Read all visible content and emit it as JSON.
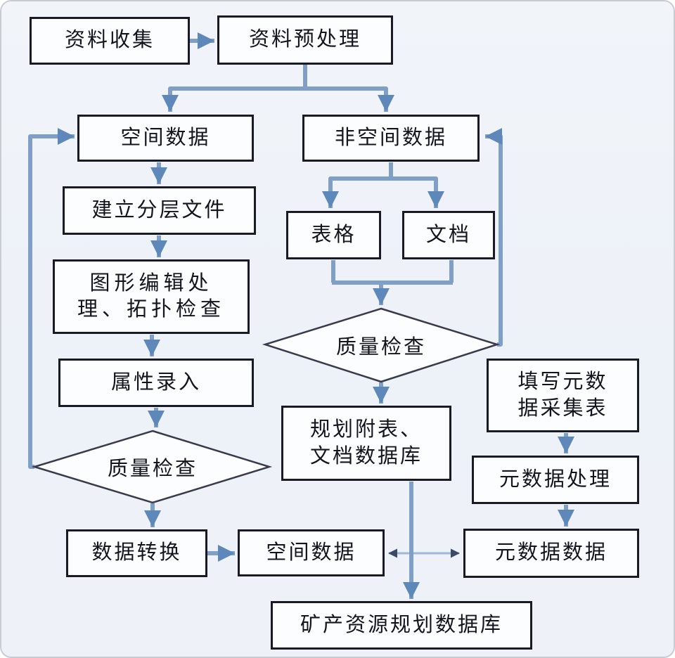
{
  "diagram": {
    "type": "flowchart",
    "language": "zh-CN",
    "nodes": {
      "collect": {
        "label": "资料收集",
        "shape": "rect"
      },
      "preprocess": {
        "label": "资料预处理",
        "shape": "rect"
      },
      "spatial_top": {
        "label": "空间数据",
        "shape": "rect"
      },
      "nonspatial": {
        "label": "非空间数据",
        "shape": "rect"
      },
      "layer_files": {
        "label": "建立分层文件",
        "shape": "rect"
      },
      "graphic_edit": {
        "label": "图形编辑处\n理、拓扑检查",
        "shape": "rect"
      },
      "table": {
        "label": "表格",
        "shape": "rect"
      },
      "document": {
        "label": "文档",
        "shape": "rect"
      },
      "attr_entry": {
        "label": "属性录入",
        "shape": "rect"
      },
      "qc_mid": {
        "label": "质量检查",
        "shape": "diamond"
      },
      "qc_left": {
        "label": "质量检查",
        "shape": "diamond"
      },
      "fill_meta": {
        "label": "填写元数\n据采集表",
        "shape": "rect"
      },
      "plan_tables": {
        "label": "规划附表、\n文档数据库",
        "shape": "rect"
      },
      "meta_process": {
        "label": "元数据处理",
        "shape": "rect"
      },
      "data_convert": {
        "label": "数据转换",
        "shape": "rect"
      },
      "spatial_bottom": {
        "label": "空间数据",
        "shape": "rect"
      },
      "meta_data": {
        "label": "元数据数据",
        "shape": "rect"
      },
      "mineral_db": {
        "label": "矿产资源规划数据库",
        "shape": "rect"
      }
    },
    "edges": [
      {
        "from": "collect",
        "to": "preprocess",
        "style": "arrow"
      },
      {
        "from": "preprocess",
        "to": "spatial_top",
        "style": "arrow"
      },
      {
        "from": "preprocess",
        "to": "nonspatial",
        "style": "arrow"
      },
      {
        "from": "spatial_top",
        "to": "layer_files",
        "style": "arrow"
      },
      {
        "from": "layer_files",
        "to": "graphic_edit",
        "style": "arrow"
      },
      {
        "from": "graphic_edit",
        "to": "attr_entry",
        "style": "arrow"
      },
      {
        "from": "attr_entry",
        "to": "qc_left",
        "style": "arrow"
      },
      {
        "from": "qc_left",
        "to": "data_convert",
        "style": "arrow"
      },
      {
        "from": "qc_left",
        "to": "spatial_top",
        "style": "arrow-feedback"
      },
      {
        "from": "data_convert",
        "to": "spatial_bottom",
        "style": "arrow"
      },
      {
        "from": "nonspatial",
        "to": "table",
        "style": "arrow"
      },
      {
        "from": "nonspatial",
        "to": "document",
        "style": "arrow"
      },
      {
        "from": "table",
        "to": "qc_mid",
        "style": "arrow"
      },
      {
        "from": "document",
        "to": "qc_mid",
        "style": "arrow"
      },
      {
        "from": "qc_mid",
        "to": "plan_tables",
        "style": "arrow"
      },
      {
        "from": "qc_mid",
        "to": "nonspatial",
        "style": "arrow-feedback"
      },
      {
        "from": "plan_tables",
        "to": "mineral_db",
        "style": "arrow"
      },
      {
        "from": "fill_meta",
        "to": "meta_process",
        "style": "arrow"
      },
      {
        "from": "meta_process",
        "to": "meta_data",
        "style": "arrow"
      },
      {
        "from": "spatial_bottom",
        "to": "meta_data",
        "style": "double-arrow-thin"
      }
    ],
    "colors": {
      "background": "#eef2f8",
      "node_fill": "#fcfdff",
      "node_border": "#1a1a26",
      "diamond_border": "#3a3a4c",
      "text": "#14141f",
      "line": "#7f9fc7",
      "arrowhead": "#5e88ba",
      "thin_line": "#9db8da",
      "thin_arrowhead": "#3b4a66"
    }
  }
}
